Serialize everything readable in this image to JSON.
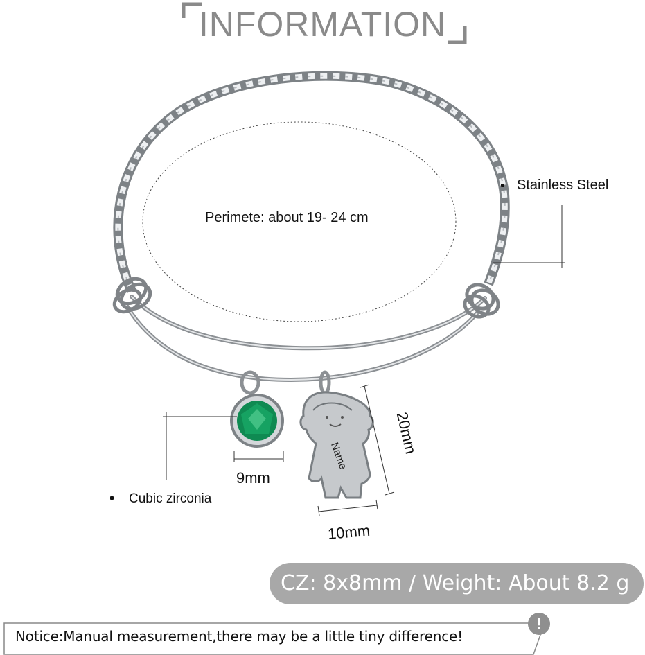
{
  "header": {
    "title": "INFORMATION"
  },
  "annotations": {
    "perimeter": "Perimete: about  19- 24 cm",
    "material": "Stainless Steel",
    "stone": "Cubic zirconia",
    "stone_size": "9mm",
    "charm_height": "20mm",
    "charm_width": "10mm",
    "charm_engraving": "Name"
  },
  "specs": {
    "text": "CZ: 8x8mm / Weight: About 8.2 g"
  },
  "notice": {
    "text": "Notice:Manual measurement,there may be a little tiny difference!",
    "icon": "exclamation-icon"
  },
  "colors": {
    "title": "#8a8a8a",
    "pill": "#a8a8a8",
    "gem": "#0f8a52",
    "steel": "#9a9ea2"
  }
}
